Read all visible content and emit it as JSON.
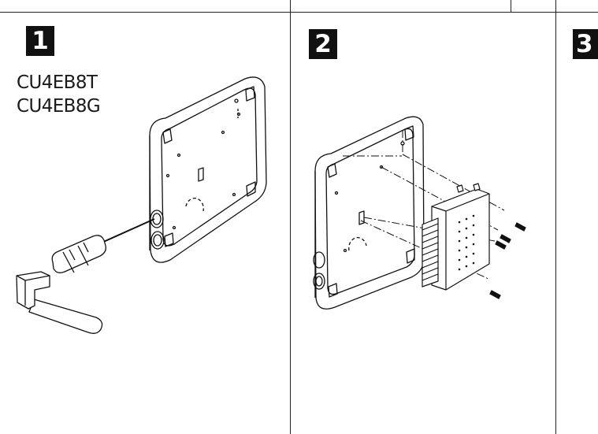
{
  "steps": [
    {
      "number": "1",
      "model_codes": [
        "CU4EB8T",
        "CU4EB8G"
      ]
    },
    {
      "number": "2"
    },
    {
      "number": "3"
    }
  ]
}
